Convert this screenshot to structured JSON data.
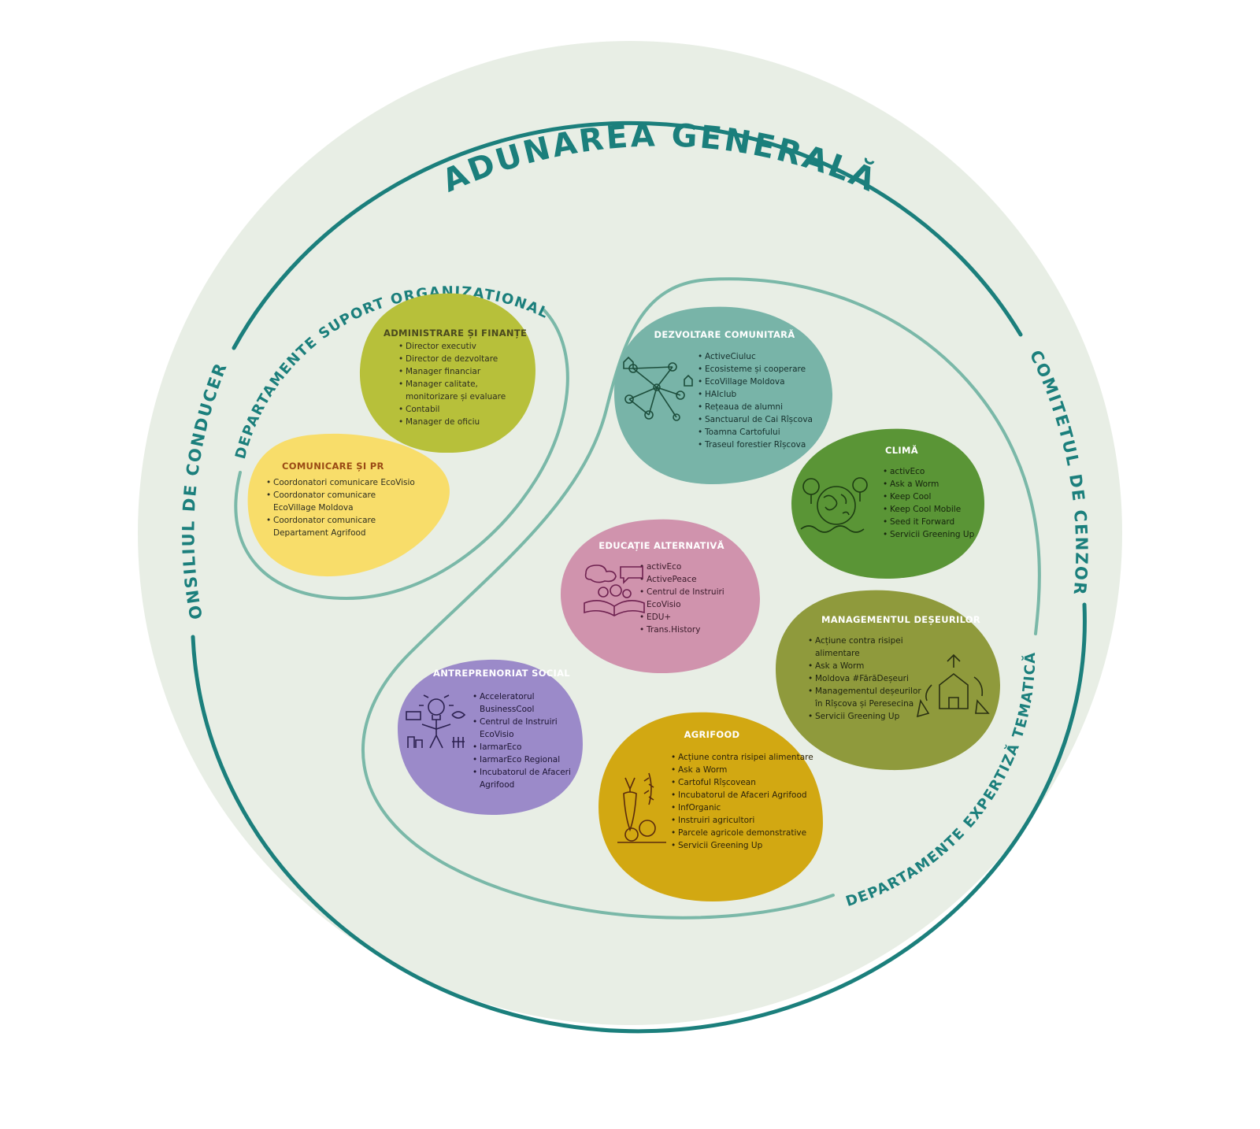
{
  "colors": {
    "background_circle": "#e8eee5",
    "outer_ring": "#1b7f7c",
    "inner_line": "#7ab8a8",
    "admin": "#b7c03a",
    "comunicare": "#f8dd6a",
    "dezvoltare": "#78b4a8",
    "clima": "#5a9536",
    "educatie": "#d093ad",
    "deseuri": "#8f9a3c",
    "antreprenoriat": "#9b8ac9",
    "agrifood": "#d2a812"
  },
  "labels": {
    "adunarea": "ADUNAREA GENERALĂ",
    "consiliul": "CONSILIUL DE CONDUCERE",
    "comitetul": "COMITETUL DE CENZORI",
    "suport": "DEPARTAMENTE SUPORT ORGANIZAȚIONAL",
    "expertiza": "DEPARTAMENTE EXPERTIZĂ TEMATICĂ"
  },
  "departments": {
    "admin": {
      "title": "ADMINISTRARE ȘI FINANȚE",
      "items": [
        "Director executiv",
        "Director de dezvoltare",
        "Manager financiar",
        "Manager calitate, monitorizare și evaluare",
        "Contabil",
        "Manager de oficiu"
      ]
    },
    "comunicare": {
      "title": "COMUNICARE ȘI PR",
      "items": [
        "Coordonatori comunicare EcoVisio",
        "Coordonator comunicare EcoVillage Moldova",
        "Coordonator comunicare Departament Agrifood"
      ]
    },
    "dezvoltare": {
      "title": "DEZVOLTARE COMUNITARĂ",
      "icon": "community-network-icon",
      "items": [
        "ActiveCiuluc",
        "Ecosisteme și cooperare",
        "EcoVillage Moldova",
        "HAIclub",
        "Rețeaua de alumni",
        "Sanctuarul de Cai Rîșcova",
        "Toamna Cartofului",
        "Traseul forestier Rîșcova"
      ]
    },
    "clima": {
      "title": "CLIMĂ",
      "icon": "earth-trees-icon",
      "items": [
        "activEco",
        "Ask a Worm",
        "Keep Cool",
        "Keep Cool Mobile",
        "Seed it Forward",
        "Servicii Greening Up"
      ]
    },
    "educatie": {
      "title": "EDUCAȚIE ALTERNATIVĂ",
      "icon": "open-book-people-icon",
      "items": [
        "activEco",
        "ActivePeace",
        "Centrul de Instruiri EcoVisio",
        "EDU+",
        "Trans.History"
      ]
    },
    "deseuri": {
      "title": "MANAGEMENTUL DEȘEURILOR",
      "icon": "recycling-house-icon",
      "items": [
        "Acțiune contra risipei alimentare",
        "Ask a Worm",
        "Moldova #FărăDeșeuri",
        "Managementul deșeurilor în Rîșcova și Peresecina",
        "Servicii Greening Up"
      ]
    },
    "antreprenoriat": {
      "title": "ANTREPRENORIAT SOCIAL",
      "icon": "lightbulb-person-icon",
      "items": [
        "Acceleratorul BusinessCool",
        "Centrul de Instruiri EcoVisio",
        "IarmarEco",
        "IarmarEco Regional",
        "Incubatorul de Afaceri Agrifood"
      ]
    },
    "agrifood": {
      "title": "AGRIFOOD",
      "icon": "vegetables-icon",
      "items": [
        "Acțiune contra risipei alimentare",
        "Ask a Worm",
        "Cartoful Rîșcovean",
        "Incubatorul de Afaceri Agrifood",
        "InfOrganic",
        "Instruiri agricultori",
        "Parcele agricole demonstrative",
        "Servicii Greening Up"
      ]
    }
  }
}
